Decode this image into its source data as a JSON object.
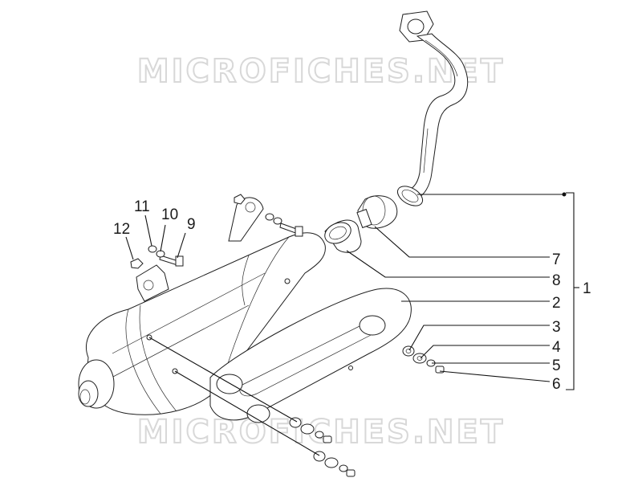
{
  "watermark": "MICROFICHES.NET",
  "callouts": [
    "1",
    "2",
    "3",
    "4",
    "5",
    "6",
    "7",
    "8",
    "9",
    "10",
    "11",
    "12"
  ]
}
